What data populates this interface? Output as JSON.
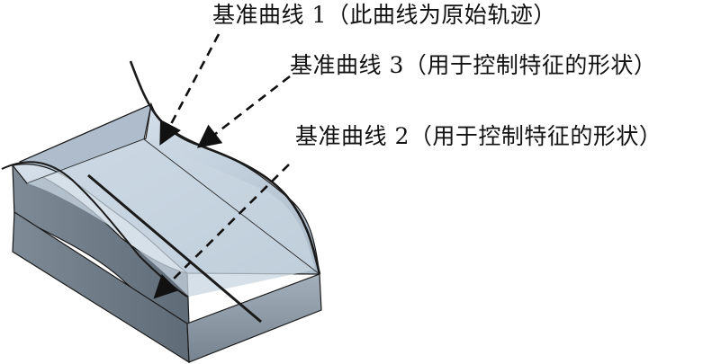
{
  "callouts": {
    "curve_1": "基准曲线 1（此曲线为原始轨迹）",
    "curve_3": "基准曲线 3（用于控制特征的形状）",
    "curve_2": "基准曲线 2（用于控制特征的形状）"
  },
  "colors": {
    "top_surface": "#c9d6e3",
    "front_face": "#6f7c88",
    "right_face": "#8c99a5",
    "edge": "#1a1a1a",
    "arrow": "#111111"
  }
}
